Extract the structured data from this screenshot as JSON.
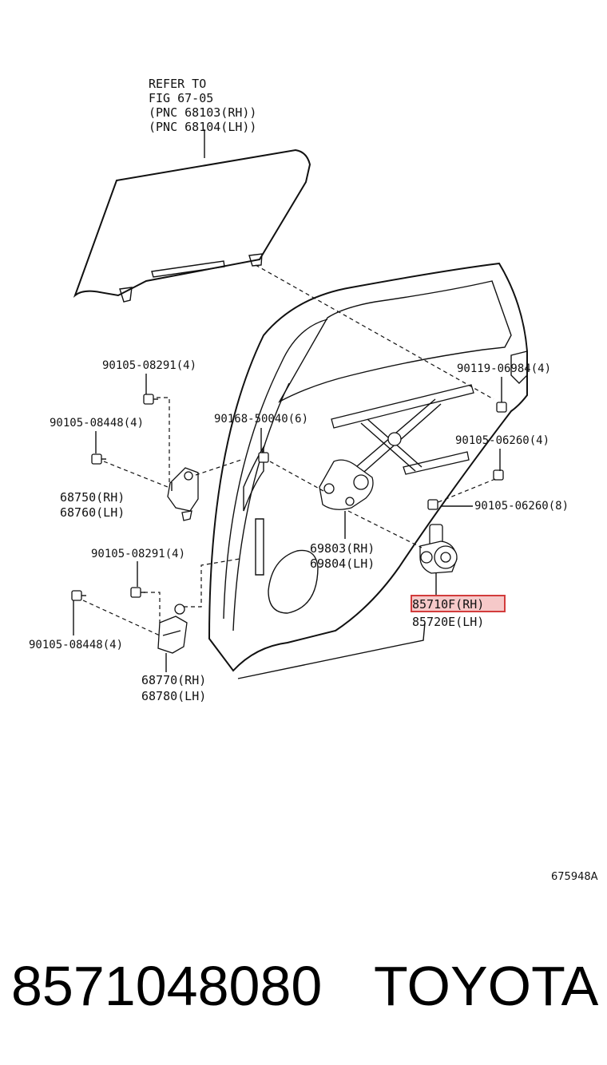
{
  "refer": {
    "line1": "REFER TO",
    "line2": "FIG 67-05",
    "line3": "(PNC 68103(RH))",
    "line4": "(PNC 68104(LH))"
  },
  "labels": {
    "bolt_90105_08291_upper": "90105-08291(4)",
    "bolt_90105_08448_upper": "90105-08448(4)",
    "screw_90168_50040": "90168-50040(6)",
    "bolt_90119_06984": "90119-06984(4)",
    "bolt_90105_06260_4": "90105-06260(4)",
    "bolt_90105_06260_8": "90105-06260(8)",
    "hinge_upper_rh": "68750(RH)",
    "hinge_upper_lh": "68760(LH)",
    "regulator_rh": "69803(RH)",
    "regulator_lh": "69804(LH)",
    "bolt_90105_08291_lower": "90105-08291(4)",
    "motor_rh": "85710F(RH)",
    "motor_lh": "85720E(LH)",
    "bolt_90105_08448_lower": "90105-08448(4)",
    "hinge_lower_rh": "68770(RH)",
    "hinge_lower_lh": "68780(LH)"
  },
  "illustration_code": "675948A",
  "footer": {
    "part_number": "8571048080",
    "brand": "TOYOTA"
  },
  "highlight": {
    "target": "85710F(RH)",
    "color": "#d23c3c"
  }
}
